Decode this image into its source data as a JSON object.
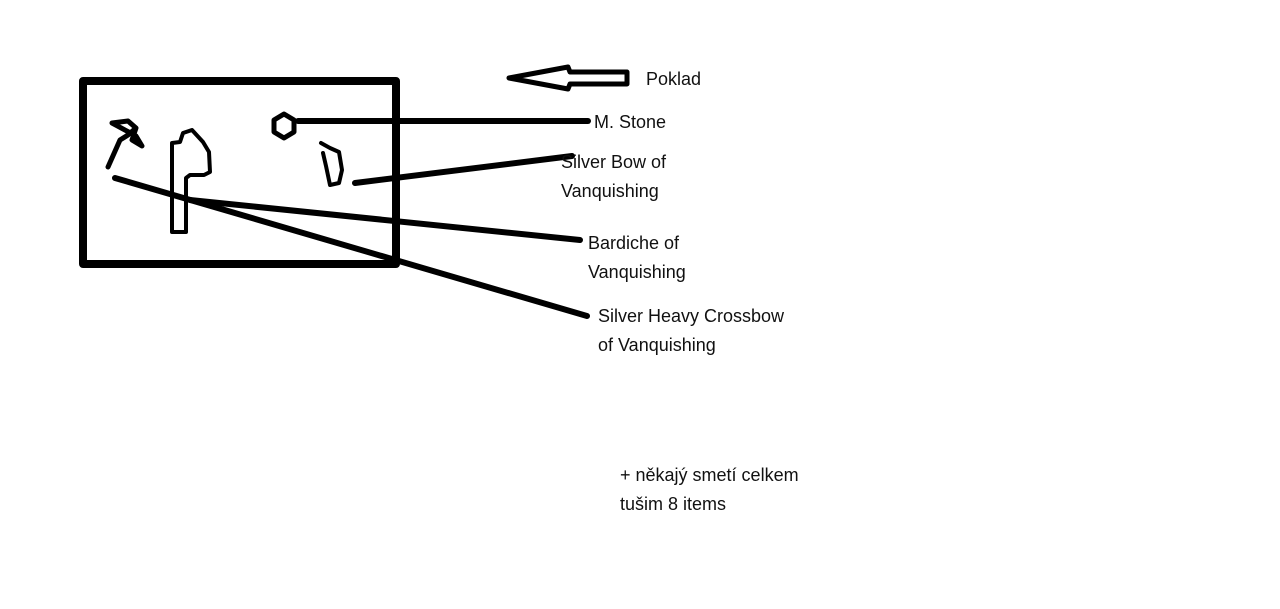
{
  "labels": {
    "treasure": "Poklad",
    "stone": "M. Stone",
    "bow": [
      "Silver Bow of",
      "Vanquishing"
    ],
    "bardiche": [
      "Bardiche of",
      "Vanquishing"
    ],
    "crossbow": [
      "Silver Heavy Crossbow",
      "of Vanquishing"
    ]
  },
  "note": [
    "+ někajý smetí celkem",
    "tušim 8 items"
  ]
}
